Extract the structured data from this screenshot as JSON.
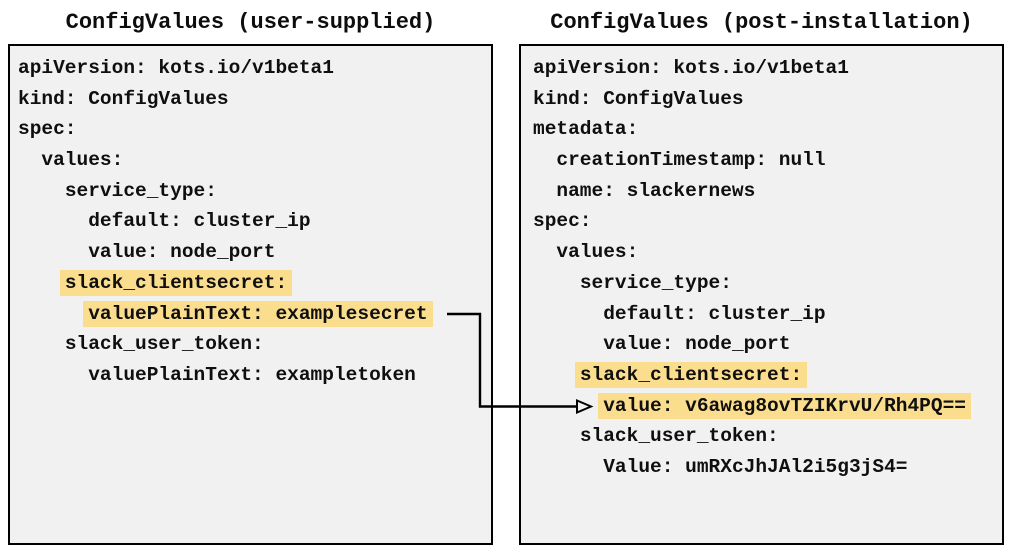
{
  "colors": {
    "highlight": "#fbde8d",
    "panel_background": "#f1f1f1",
    "panel_border": "#000000",
    "text": "#0f0f0f",
    "arrow": "#000000"
  },
  "left_panel": {
    "title": "ConfigValues (user-supplied)",
    "lines": [
      {
        "indent": 0,
        "text": "apiVersion: kots.io/v1beta1",
        "highlight": false
      },
      {
        "indent": 0,
        "text": "kind: ConfigValues",
        "highlight": false
      },
      {
        "indent": 0,
        "text": "spec:",
        "highlight": false
      },
      {
        "indent": 2,
        "text": "values:",
        "highlight": false
      },
      {
        "indent": 4,
        "text": "service_type:",
        "highlight": false
      },
      {
        "indent": 6,
        "text": "default: cluster_ip",
        "highlight": false
      },
      {
        "indent": 6,
        "text": "value: node_port",
        "highlight": false
      },
      {
        "indent": 4,
        "text": "slack_clientsecret:",
        "highlight": true
      },
      {
        "indent": 6,
        "text": "valuePlainText: examplesecret",
        "highlight": true
      },
      {
        "indent": 4,
        "text": "slack_user_token:",
        "highlight": false
      },
      {
        "indent": 6,
        "text": "valuePlainText: exampletoken",
        "highlight": false
      }
    ]
  },
  "right_panel": {
    "title": "ConfigValues (post-installation)",
    "lines": [
      {
        "indent": 0,
        "text": "apiVersion: kots.io/v1beta1",
        "highlight": false
      },
      {
        "indent": 0,
        "text": "kind: ConfigValues",
        "highlight": false
      },
      {
        "indent": 0,
        "text": "metadata:",
        "highlight": false
      },
      {
        "indent": 2,
        "text": "creationTimestamp: null",
        "highlight": false
      },
      {
        "indent": 2,
        "text": "name: slackernews",
        "highlight": false
      },
      {
        "indent": 0,
        "text": "spec:",
        "highlight": false
      },
      {
        "indent": 2,
        "text": "values:",
        "highlight": false
      },
      {
        "indent": 4,
        "text": "service_type:",
        "highlight": false
      },
      {
        "indent": 6,
        "text": "default: cluster_ip",
        "highlight": false
      },
      {
        "indent": 6,
        "text": "value: node_port",
        "highlight": false
      },
      {
        "indent": 4,
        "text": "slack_clientsecret:",
        "highlight": true
      },
      {
        "indent": 6,
        "text": "value: v6awag8ovTZIKrvU/Rh4PQ==",
        "highlight": true
      },
      {
        "indent": 4,
        "text": "slack_user_token:",
        "highlight": false
      },
      {
        "indent": 6,
        "text": "Value: umRXcJhJAl2i5g3jS4=",
        "highlight": false
      }
    ]
  }
}
